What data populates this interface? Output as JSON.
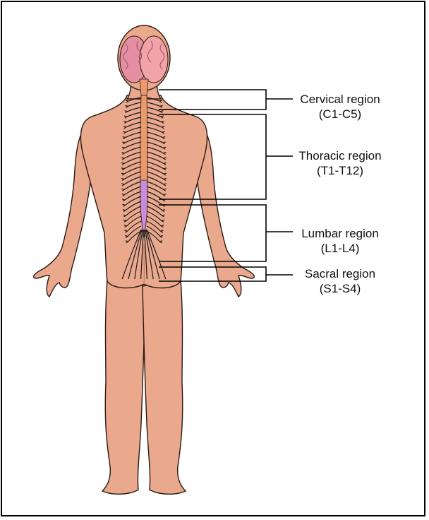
{
  "colors": {
    "skin": "#eaa88d",
    "skin_shadow": "#c97c62",
    "outline": "#2a1a14",
    "brain": "#e58fa4",
    "brain_hemisphere": "#f2a2a9",
    "brainstem": "#eb9a6d",
    "spinal_cord": "#c88cd8",
    "nerve": "#1a1a1a",
    "bracket": "#000000"
  },
  "regions": [
    {
      "name": "Cervical region",
      "range": "(C1-C5)"
    },
    {
      "name": "Thoracic region",
      "range": "(T1-T12)"
    },
    {
      "name": "Lumbar region",
      "range": "(L1-L4)"
    },
    {
      "name": "Sacral region",
      "range": "(S1-S4)"
    }
  ]
}
